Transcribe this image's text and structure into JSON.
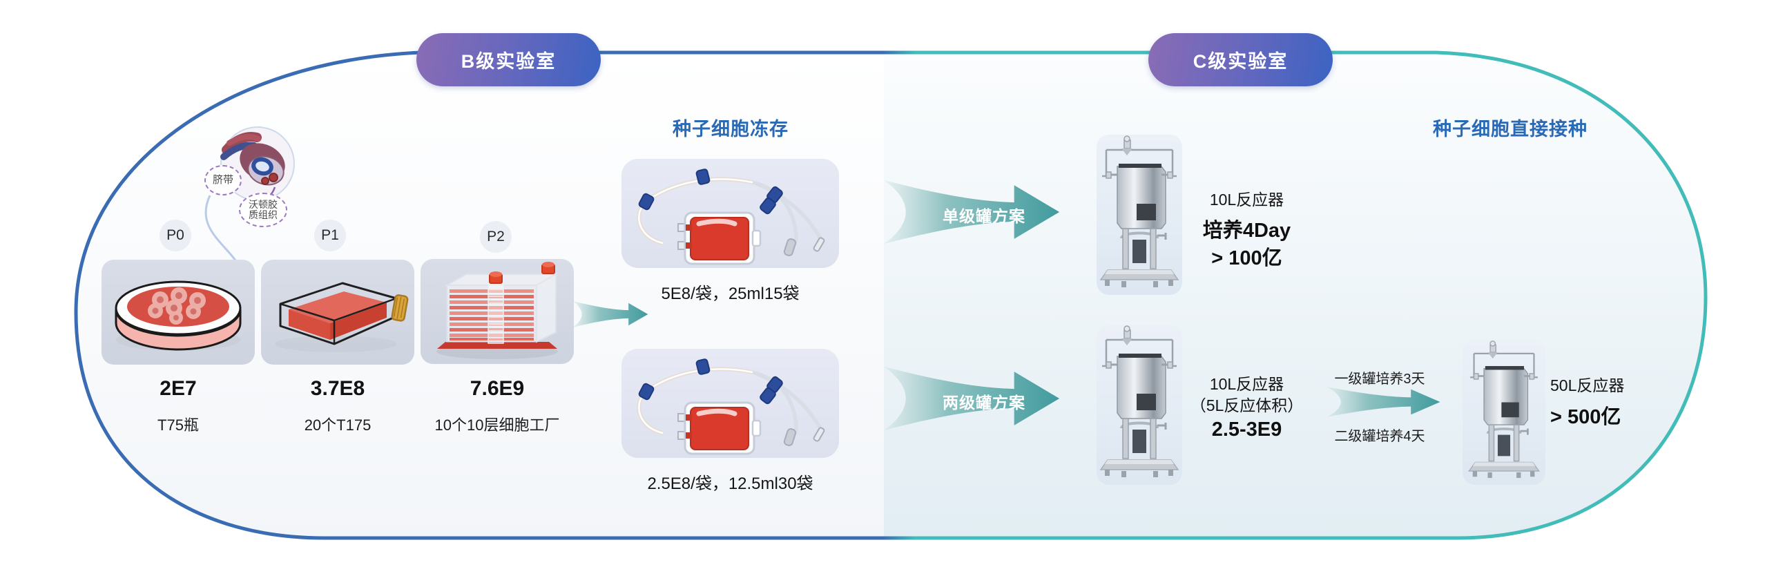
{
  "labs": {
    "b": "B级实验室",
    "c": "C级实验室"
  },
  "source": {
    "cord": "脐带",
    "wharton": [
      "沃顿胶",
      "质组织"
    ]
  },
  "passages": [
    {
      "stage": "P0",
      "count": "2E7",
      "vessel": "T75瓶"
    },
    {
      "stage": "P1",
      "count": "3.7E8",
      "vessel": "20个T175"
    },
    {
      "stage": "P2",
      "count": "7.6E9",
      "vessel": "10个10层细胞工厂"
    }
  ],
  "cryo": {
    "title": "种子细胞冻存",
    "bag1_caption": "5E8/袋，25ml15袋",
    "bag2_caption": "2.5E8/袋，12.5ml30袋"
  },
  "plans": {
    "single": "单级罐方案",
    "double": "两级罐方案"
  },
  "direct_seed": {
    "title": "种子细胞直接接种"
  },
  "single_tank": {
    "reactor": "10L反应器",
    "culture": "培养4Day",
    "yield": "> 100亿"
  },
  "two_tank": {
    "stage1_reactor": "10L反应器",
    "stage1_volume": "（5L反应体积）",
    "stage1_count": "2.5-3E9",
    "arrow_top": "一级罐培养3天",
    "arrow_bottom": "二级罐培养4天",
    "stage2_reactor": "50L反应器",
    "stage2_yield": "> 500亿"
  },
  "colors": {
    "border_blue": "#3a6cb3",
    "border_teal": "#41bcb8",
    "accent_blue": "#2a69b4",
    "arrow_teal": "#419b9e",
    "pill_purple": "#8a6cb5",
    "pill_blue": "#3c63c2"
  }
}
